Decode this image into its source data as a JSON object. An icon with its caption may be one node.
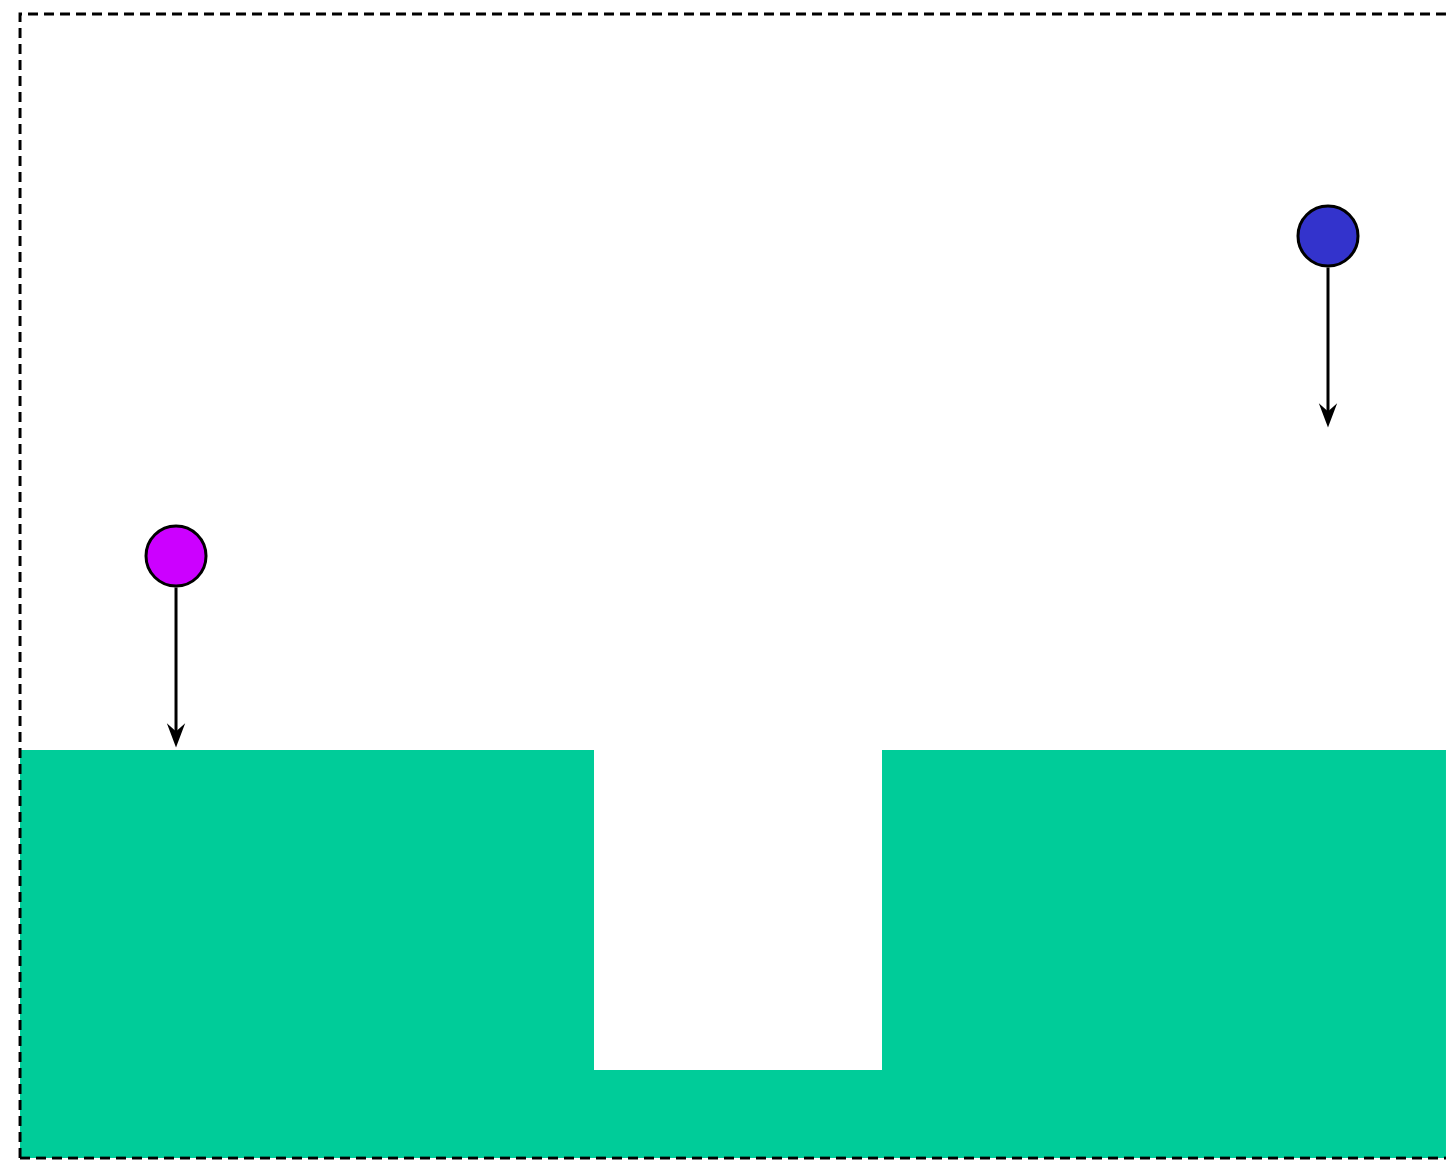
{
  "diagram": {
    "nodes": [
      {
        "text": [],
        "shape": "circle"
      },
      {
        "text": [],
        "shape": "circle"
      }
    ],
    "edges": [
      {
        "from": 0,
        "to": null,
        "arrow": "to"
      },
      {
        "from": 1,
        "to": null,
        "arrow": "to"
      }
    ]
  }
}
